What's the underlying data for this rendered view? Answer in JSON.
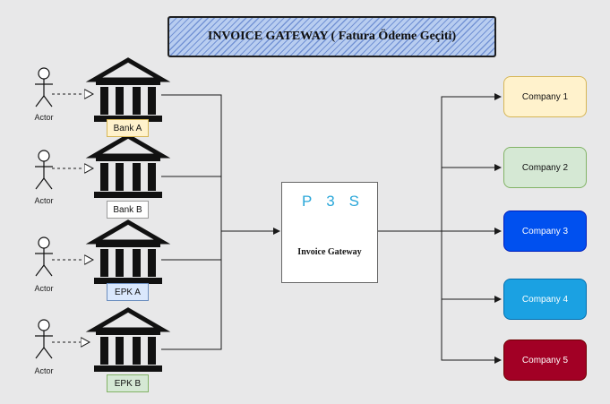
{
  "title": "INVOICE GATEWAY ( Fatura Ödeme Geçiti)",
  "actors": [
    {
      "label": "Actor"
    },
    {
      "label": "Actor"
    },
    {
      "label": "Actor"
    },
    {
      "label": "Actor"
    }
  ],
  "banks": [
    {
      "label": "Bank A",
      "color": "#fff2cc",
      "border": "#d6b656"
    },
    {
      "label": "Bank B",
      "color": "#ffffff",
      "border": "#9a9a9a"
    },
    {
      "label": "EPK A",
      "color": "#dae8fc",
      "border": "#6c8ebf"
    },
    {
      "label": "EPK B",
      "color": "#d5e8d4",
      "border": "#82b366"
    }
  ],
  "gateway": {
    "logo_letters": [
      "P",
      "3",
      "S"
    ],
    "label": "Invoice Gateway"
  },
  "companies": [
    {
      "label": "Company 1",
      "color": "#fff2cc",
      "border": "#d6b656",
      "text_color": "#111111"
    },
    {
      "label": "Company 2",
      "color": "#d5e8d4",
      "border": "#82b366",
      "text_color": "#111111"
    },
    {
      "label": "Company 3",
      "color": "#0050ef",
      "border": "#001dbc",
      "text_color": "#ffffff"
    },
    {
      "label": "Company 4",
      "color": "#1ba1e2",
      "border": "#006eaf",
      "text_color": "#ffffff"
    },
    {
      "label": "Company 5",
      "color": "#a20025",
      "border": "#6f0000",
      "text_color": "#ffffff"
    }
  ],
  "colors": {
    "line": "#1a1a1a",
    "logo": "#2aa7d9"
  }
}
